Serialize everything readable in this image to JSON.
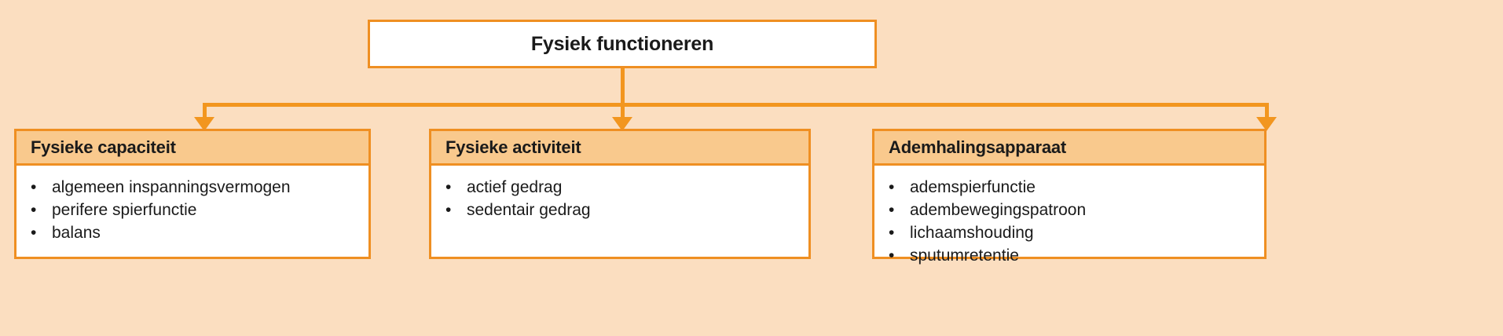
{
  "diagram": {
    "type": "hierarchy-tree",
    "colors": {
      "background": "#fbdec0",
      "border": "#ef8f22",
      "connector": "#f2961f",
      "header_fill": "#f9c98d",
      "body_fill": "#ffffff",
      "text": "#1a1a1a"
    },
    "root": {
      "label": "Fysiek functioneren"
    },
    "children": [
      {
        "header": "Fysieke capaciteit",
        "bullet": "•",
        "items": [
          "algemeen inspanningsvermogen",
          "perifere spierfunctie",
          "balans"
        ]
      },
      {
        "header": "Fysieke activiteit",
        "bullet": "•",
        "items": [
          "actief gedrag",
          "sedentair gedrag"
        ]
      },
      {
        "header": "Ademhalingsapparaat",
        "bullet": "•",
        "items": [
          "ademspierfunctie",
          "adembewegingspatroon",
          "lichaamshouding",
          "sputumretentie"
        ]
      }
    ]
  }
}
